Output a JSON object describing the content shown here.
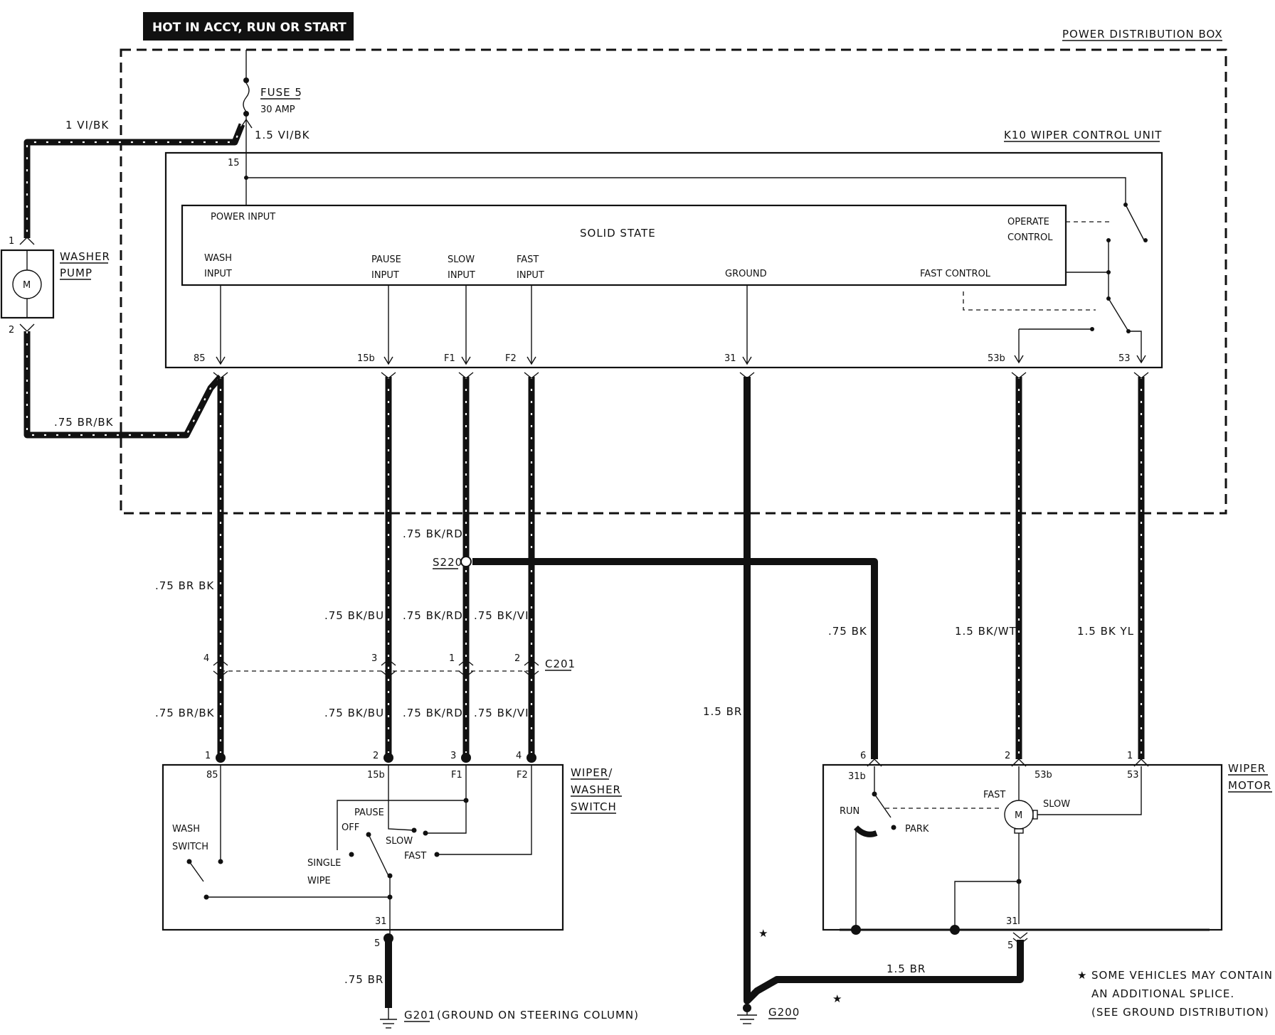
{
  "header": {
    "title": "HOT IN ACCY, RUN OR START"
  },
  "power_distribution_box": {
    "label": "POWER DISTRIBUTION BOX"
  },
  "fuse": {
    "name": "FUSE 5",
    "rating": "30 AMP"
  },
  "wires": {
    "pump_feed": "1 VI/BK",
    "fuse_out": "1.5 VI/BK",
    "pump_return": ".75 BR/BK",
    "w85_upper": ".75 BR BK",
    "w85_lower": ".75 BR/BK",
    "w15b_upper": ".75 BK/BU",
    "w15b_lower": ".75 BK/BU",
    "f1_top": ".75 BK/RD",
    "f1_mid": ".75 BK/RD",
    "f1_lower": ".75 BK/RD",
    "f2_upper": ".75 BK/VI",
    "f2_lower": ".75 BK/VI",
    "ground_main": "1.5 BR",
    "s220_branch": ".75 BK",
    "w53b": "1.5 BK/WT",
    "w53": "1.5 BK YL",
    "motor_ground": "1.5 BR",
    "switch_ground": ".75 BR"
  },
  "washer_pump": {
    "label_line1": "WASHER",
    "label_line2": "PUMP",
    "motor_symbol": "M",
    "pin1": "1",
    "pin2": "2"
  },
  "control_unit": {
    "title": "K10 WIPER CONTROL UNIT",
    "solid_state": "SOLID STATE",
    "power_input": "POWER INPUT",
    "wash_input": [
      "WASH",
      "INPUT"
    ],
    "pause_input": [
      "PAUSE",
      "INPUT"
    ],
    "slow_input": [
      "SLOW",
      "INPUT"
    ],
    "fast_input": [
      "FAST",
      "INPUT"
    ],
    "ground": "GROUND",
    "operate_control": [
      "OPERATE",
      "CONTROL"
    ],
    "fast_control": "FAST CONTROL",
    "pins": {
      "p15": "15",
      "p85": "85",
      "p15b": "15b",
      "pF1": "F1",
      "pF2": "F2",
      "p31": "31",
      "p53b": "53b",
      "p53": "53"
    }
  },
  "splice": {
    "name": "S220"
  },
  "connector": {
    "name": "C201",
    "pins": [
      "4",
      "3",
      "1",
      "2"
    ]
  },
  "wiper_switch": {
    "label": [
      "WIPER/",
      "WASHER",
      "SWITCH"
    ],
    "pins_top": [
      "1",
      "2",
      "3",
      "4"
    ],
    "terminals": [
      "85",
      "15b",
      "F1",
      "F2"
    ],
    "ground_terminal": "31",
    "ground_pin": "5",
    "wash_switch": [
      "WASH",
      "SWITCH"
    ],
    "pause": "PAUSE",
    "off": "OFF",
    "slow": "SLOW",
    "fast": "FAST",
    "single_wipe": [
      "SINGLE",
      "WIPE"
    ]
  },
  "wiper_motor": {
    "label": [
      "WIPER",
      "MOTOR"
    ],
    "pins_top": [
      "6",
      "2",
      "1"
    ],
    "terminals": [
      "31b",
      "53b",
      "53"
    ],
    "ground_terminal": "31",
    "ground_pin": "5",
    "run": "RUN",
    "park": "PARK",
    "fast": "FAST",
    "slow": "SLOW",
    "motor_symbol": "M"
  },
  "grounds": {
    "g201": "G201",
    "g201_note": "(GROUND ON STEERING COLUMN)",
    "g200": "G200"
  },
  "footnote": {
    "star": "★",
    "lines": [
      "SOME VEHICLES MAY CONTAIN",
      "AN ADDITIONAL SPLICE.",
      "(SEE GROUND DISTRIBUTION)"
    ]
  }
}
